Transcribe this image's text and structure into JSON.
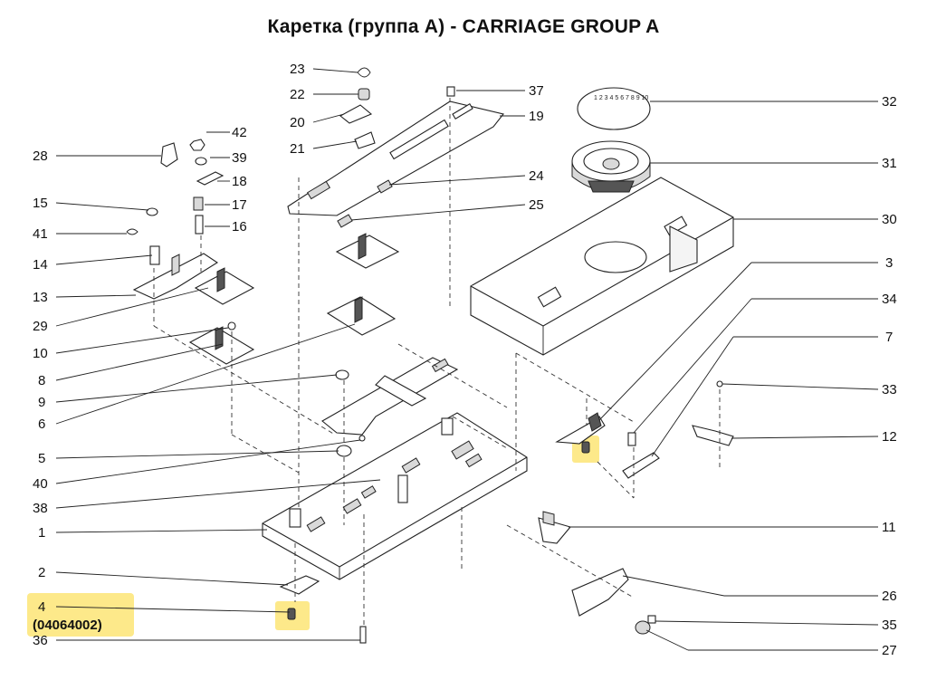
{
  "title": "Каретка (группа А) - CARRIAGE GROUP A",
  "highlight_color": "#fde98a",
  "callouts_left": {
    "c28": "28",
    "c15": "15",
    "c41": "41",
    "c14": "14",
    "c13": "13",
    "c29": "29",
    "c10": "10",
    "c8": "8",
    "c9": "9",
    "c6": "6",
    "c5": "5",
    "c40": "40",
    "c38": "38",
    "c1": "1",
    "c2": "2",
    "c4": "4",
    "c4_part_number": "(04064002)",
    "c36": "36"
  },
  "callouts_middle": {
    "c23": "23",
    "c22": "22",
    "c20": "20",
    "c21": "21",
    "c42": "42",
    "c39": "39",
    "c18": "18",
    "c17": "17",
    "c16": "16",
    "c37": "37",
    "c19": "19",
    "c24": "24",
    "c25": "25"
  },
  "callouts_right": {
    "c32": "32",
    "c31": "31",
    "c30": "30",
    "c3": "3",
    "c34": "34",
    "c7": "7",
    "c33": "33",
    "c12": "12",
    "c11": "11",
    "c26": "26",
    "c35": "35",
    "c27": "27"
  },
  "dial_marks": "1 2 3 4 5 6 7 8 9 10"
}
